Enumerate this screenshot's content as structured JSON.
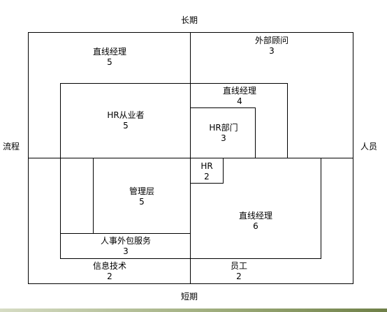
{
  "axes": {
    "top": "长期",
    "bottom": "短期",
    "left": "流程",
    "right": "人员"
  },
  "quadrants": {
    "top_left": {
      "title": "直线经理",
      "value": "5"
    },
    "top_right": {
      "title": "外部顾问",
      "value": "3"
    },
    "bottom_left": {
      "title": "信息技术",
      "value": "2"
    },
    "bottom_right": {
      "title": "员工",
      "value": "2"
    }
  },
  "boxes": {
    "hr_practitioner": {
      "title": "HR从业者",
      "value": "5"
    },
    "line_manager_upper": {
      "title": "直线经理",
      "value": "4"
    },
    "hr_department": {
      "title": "HR部门",
      "value": "3"
    },
    "hr": {
      "title": "HR",
      "value": "2"
    },
    "management": {
      "title": "管理层",
      "value": "5"
    },
    "line_manager_lower": {
      "title": "直线经理",
      "value": "6"
    },
    "hr_outsourcing": {
      "title": "人事外包服务",
      "value": "3"
    }
  },
  "colors": {
    "line": "#000000",
    "background": "#ffffff",
    "bottom_accent": "#7a8c4f"
  }
}
